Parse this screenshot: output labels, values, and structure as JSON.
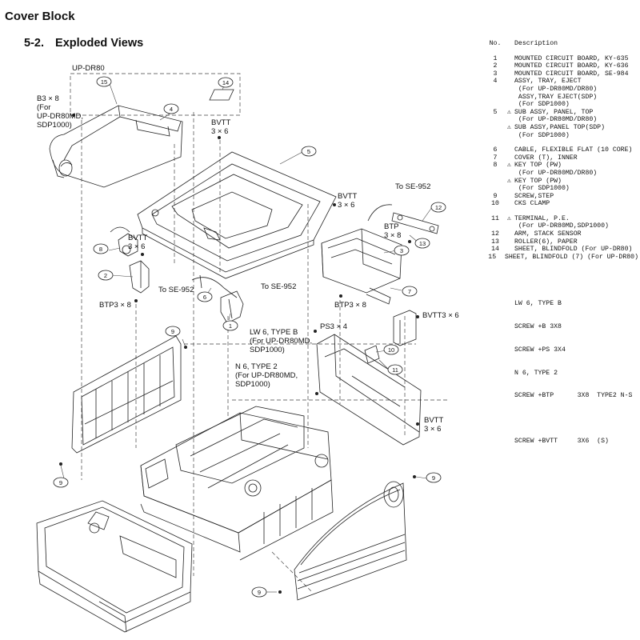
{
  "page_header": "Cover Block",
  "section": {
    "number": "5-2.",
    "title": "Exploded Views"
  },
  "callouts": {
    "model_updr80": "UP-DR80",
    "b3x8": "B3 × 8",
    "b3x8_note1": "(For",
    "b3x8_note2": "UP-DR80MD,",
    "b3x8_note3": "SDP1000)",
    "bvtt_top": "BVTT",
    "bvtt_top_size": "3 × 6",
    "bvtt_mid": "BVTT",
    "bvtt_mid_size": "3 × 6",
    "bvtt_left": "BVTT",
    "bvtt_left_size": "3 × 6",
    "to_se952_a": "To SE-952",
    "to_se952_b": "To SE-952",
    "to_se952_c": "To SE-952",
    "btp": "BTP",
    "btp_size": "3 × 8",
    "btp3x8_left": "BTP3 × 8",
    "btp3x8_right": "BTP3 × 8",
    "bvtt3x6_right": "BVTT3 × 6",
    "ps3x4": "PS3 × 4",
    "lw6_1": "LW 6, TYPE B",
    "lw6_2": "(For UP-DR80MD,",
    "lw6_3": "SDP1000)",
    "n6_1": "N 6, TYPE 2",
    "n6_2": "(For UP-DR80MD,",
    "n6_3": "SDP1000)",
    "bvtt_low": "BVTT",
    "bvtt_low_size": "3 × 6"
  },
  "ref_numbers": [
    "1",
    "2",
    "3",
    "4",
    "5",
    "6",
    "7",
    "8",
    "9",
    "9",
    "9",
    "9",
    "10",
    "11",
    "12",
    "13",
    "14",
    "15"
  ],
  "parts_list": {
    "header_no": "No.",
    "header_desc": "Description",
    "items": [
      {
        "no": "1",
        "mark": "",
        "lines": [
          "MOUNTED CIRCUIT BOARD, KY-635"
        ]
      },
      {
        "no": "2",
        "mark": "",
        "lines": [
          "MOUNTED CIRCUIT BOARD, KY-636"
        ]
      },
      {
        "no": "3",
        "mark": "",
        "lines": [
          "MOUNTED CIRCUIT BOARD, SE-984"
        ]
      },
      {
        "no": "4",
        "mark": "",
        "lines": [
          "ASSY, TRAY, EJECT",
          "(For UP-DR80MD/DR80)",
          "ASSY,TRAY EJECT(SDP)",
          "(For SDP1000)"
        ]
      },
      {
        "no": "5",
        "mark": "⚠",
        "lines": [
          "SUB ASSY, PANEL, TOP",
          "(For UP-DR80MD/DR80)"
        ]
      },
      {
        "no": "",
        "mark": "⚠",
        "lines": [
          "SUB ASSY,PANEL TOP(SDP)",
          "(For SDP1000)"
        ]
      },
      {
        "no": "",
        "mark": "",
        "lines": [],
        "gap": true
      },
      {
        "no": "6",
        "mark": "",
        "lines": [
          "CABLE, FLEXIBLE FLAT (10 CORE)"
        ]
      },
      {
        "no": "7",
        "mark": "",
        "lines": [
          "COVER (T), INNER"
        ]
      },
      {
        "no": "8",
        "mark": "⚠",
        "lines": [
          "KEY TOP (PW)",
          "(For UP-DR80MD/DR80)"
        ]
      },
      {
        "no": "",
        "mark": "⚠",
        "lines": [
          "KEY TOP (PW)",
          "(For SDP1000)"
        ]
      },
      {
        "no": "9",
        "mark": "",
        "lines": [
          "SCREW,STEP"
        ]
      },
      {
        "no": "10",
        "mark": "",
        "lines": [
          "CKS CLAMP"
        ]
      },
      {
        "no": "",
        "mark": "",
        "lines": [],
        "gap": true
      },
      {
        "no": "11",
        "mark": "⚠",
        "lines": [
          "TERMINAL, P.E.",
          "(For UP-DR80MD,SDP1000)"
        ]
      },
      {
        "no": "12",
        "mark": "",
        "lines": [
          "ARM, STACK SENSOR"
        ]
      },
      {
        "no": "13",
        "mark": "",
        "lines": [
          "ROLLER(6), PAPER"
        ]
      },
      {
        "no": "14",
        "mark": "",
        "lines": [
          "SHEET, BLINDFOLD (For UP-DR80)"
        ]
      },
      {
        "no": "15",
        "mark": "",
        "lines": [
          "SHEET, BLINDFOLD (7) (For UP-DR80)"
        ]
      }
    ]
  },
  "hardware_list": {
    "line1": "LW 6, TYPE B",
    "line2": "SCREW +B 3X8",
    "line3": "SCREW +PS 3X4",
    "line4": "N 6, TYPE 2",
    "line5": "SCREW +BTP      3X8  TYPE2 N-S",
    "line6": "SCREW +BVTT     3X6  (S)"
  }
}
